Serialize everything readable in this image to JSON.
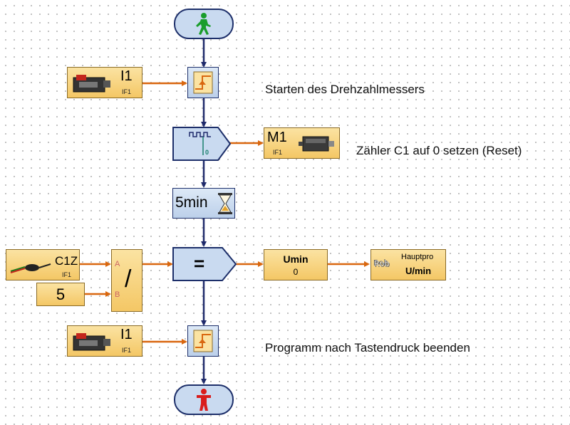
{
  "blocks": {
    "start": {
      "icon": "green-walking-figure-icon"
    },
    "input1": {
      "label": "I1",
      "sub": "IF1",
      "icon": "push-button-switch-icon"
    },
    "pulse": {
      "value": "0",
      "icon": "pulse-counter-icon"
    },
    "motor": {
      "label": "M1",
      "sub": "IF1",
      "icon": "motor-icon"
    },
    "wait": {
      "label": "5min",
      "icon": "hourglass-icon"
    },
    "counter_in": {
      "label": "C1Z",
      "sub": "IF1",
      "icon": "counter-sensor-icon"
    },
    "constant": {
      "value": "5"
    },
    "divide": {
      "a": "A",
      "b": "B",
      "op": "/"
    },
    "assign": {
      "op": "="
    },
    "variable": {
      "label": "Umin",
      "value": "0"
    },
    "display": {
      "logo": "Rob",
      "title": "Hauptpro",
      "value": "U/min"
    },
    "input2": {
      "label": "I1",
      "sub": "IF1",
      "icon": "push-button-switch-icon"
    },
    "stop": {
      "icon": "red-standing-figure-icon"
    }
  },
  "notes": {
    "start_counter": "Starten des Drehzahlmessers",
    "reset_counter": "Zähler C1 auf 0 setzen (Reset)",
    "end_program": "Programm nach Tastendruck beenden"
  },
  "colors": {
    "flow": "#1f2a6b",
    "data": "#d9670f",
    "block_orange": "#f4c765",
    "block_blue": "#c9daf0"
  }
}
